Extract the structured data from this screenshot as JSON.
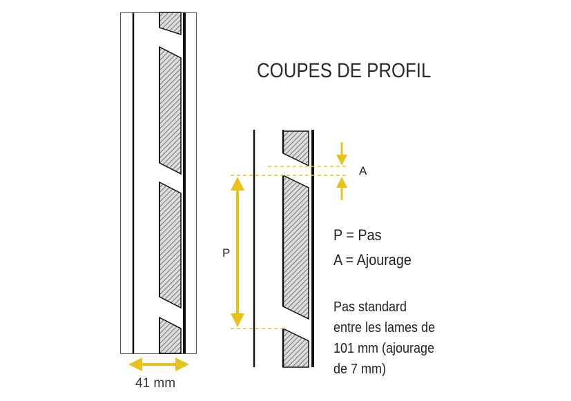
{
  "title": "COUPES DE PROFIL",
  "labels": {
    "pitch": "P",
    "gap": "A"
  },
  "legend": {
    "pitch": "P = Pas",
    "gap": "A = Ajourage"
  },
  "note": {
    "line1": "Pas standard",
    "line2": "entre les lames de",
    "line3": "101 mm (ajourage",
    "line4": "de 7 mm)"
  },
  "dimension": {
    "width": "41 mm"
  },
  "colors": {
    "accent": "#e8c21a",
    "line": "#111111",
    "hatch_bg": "#d8d8d8"
  }
}
